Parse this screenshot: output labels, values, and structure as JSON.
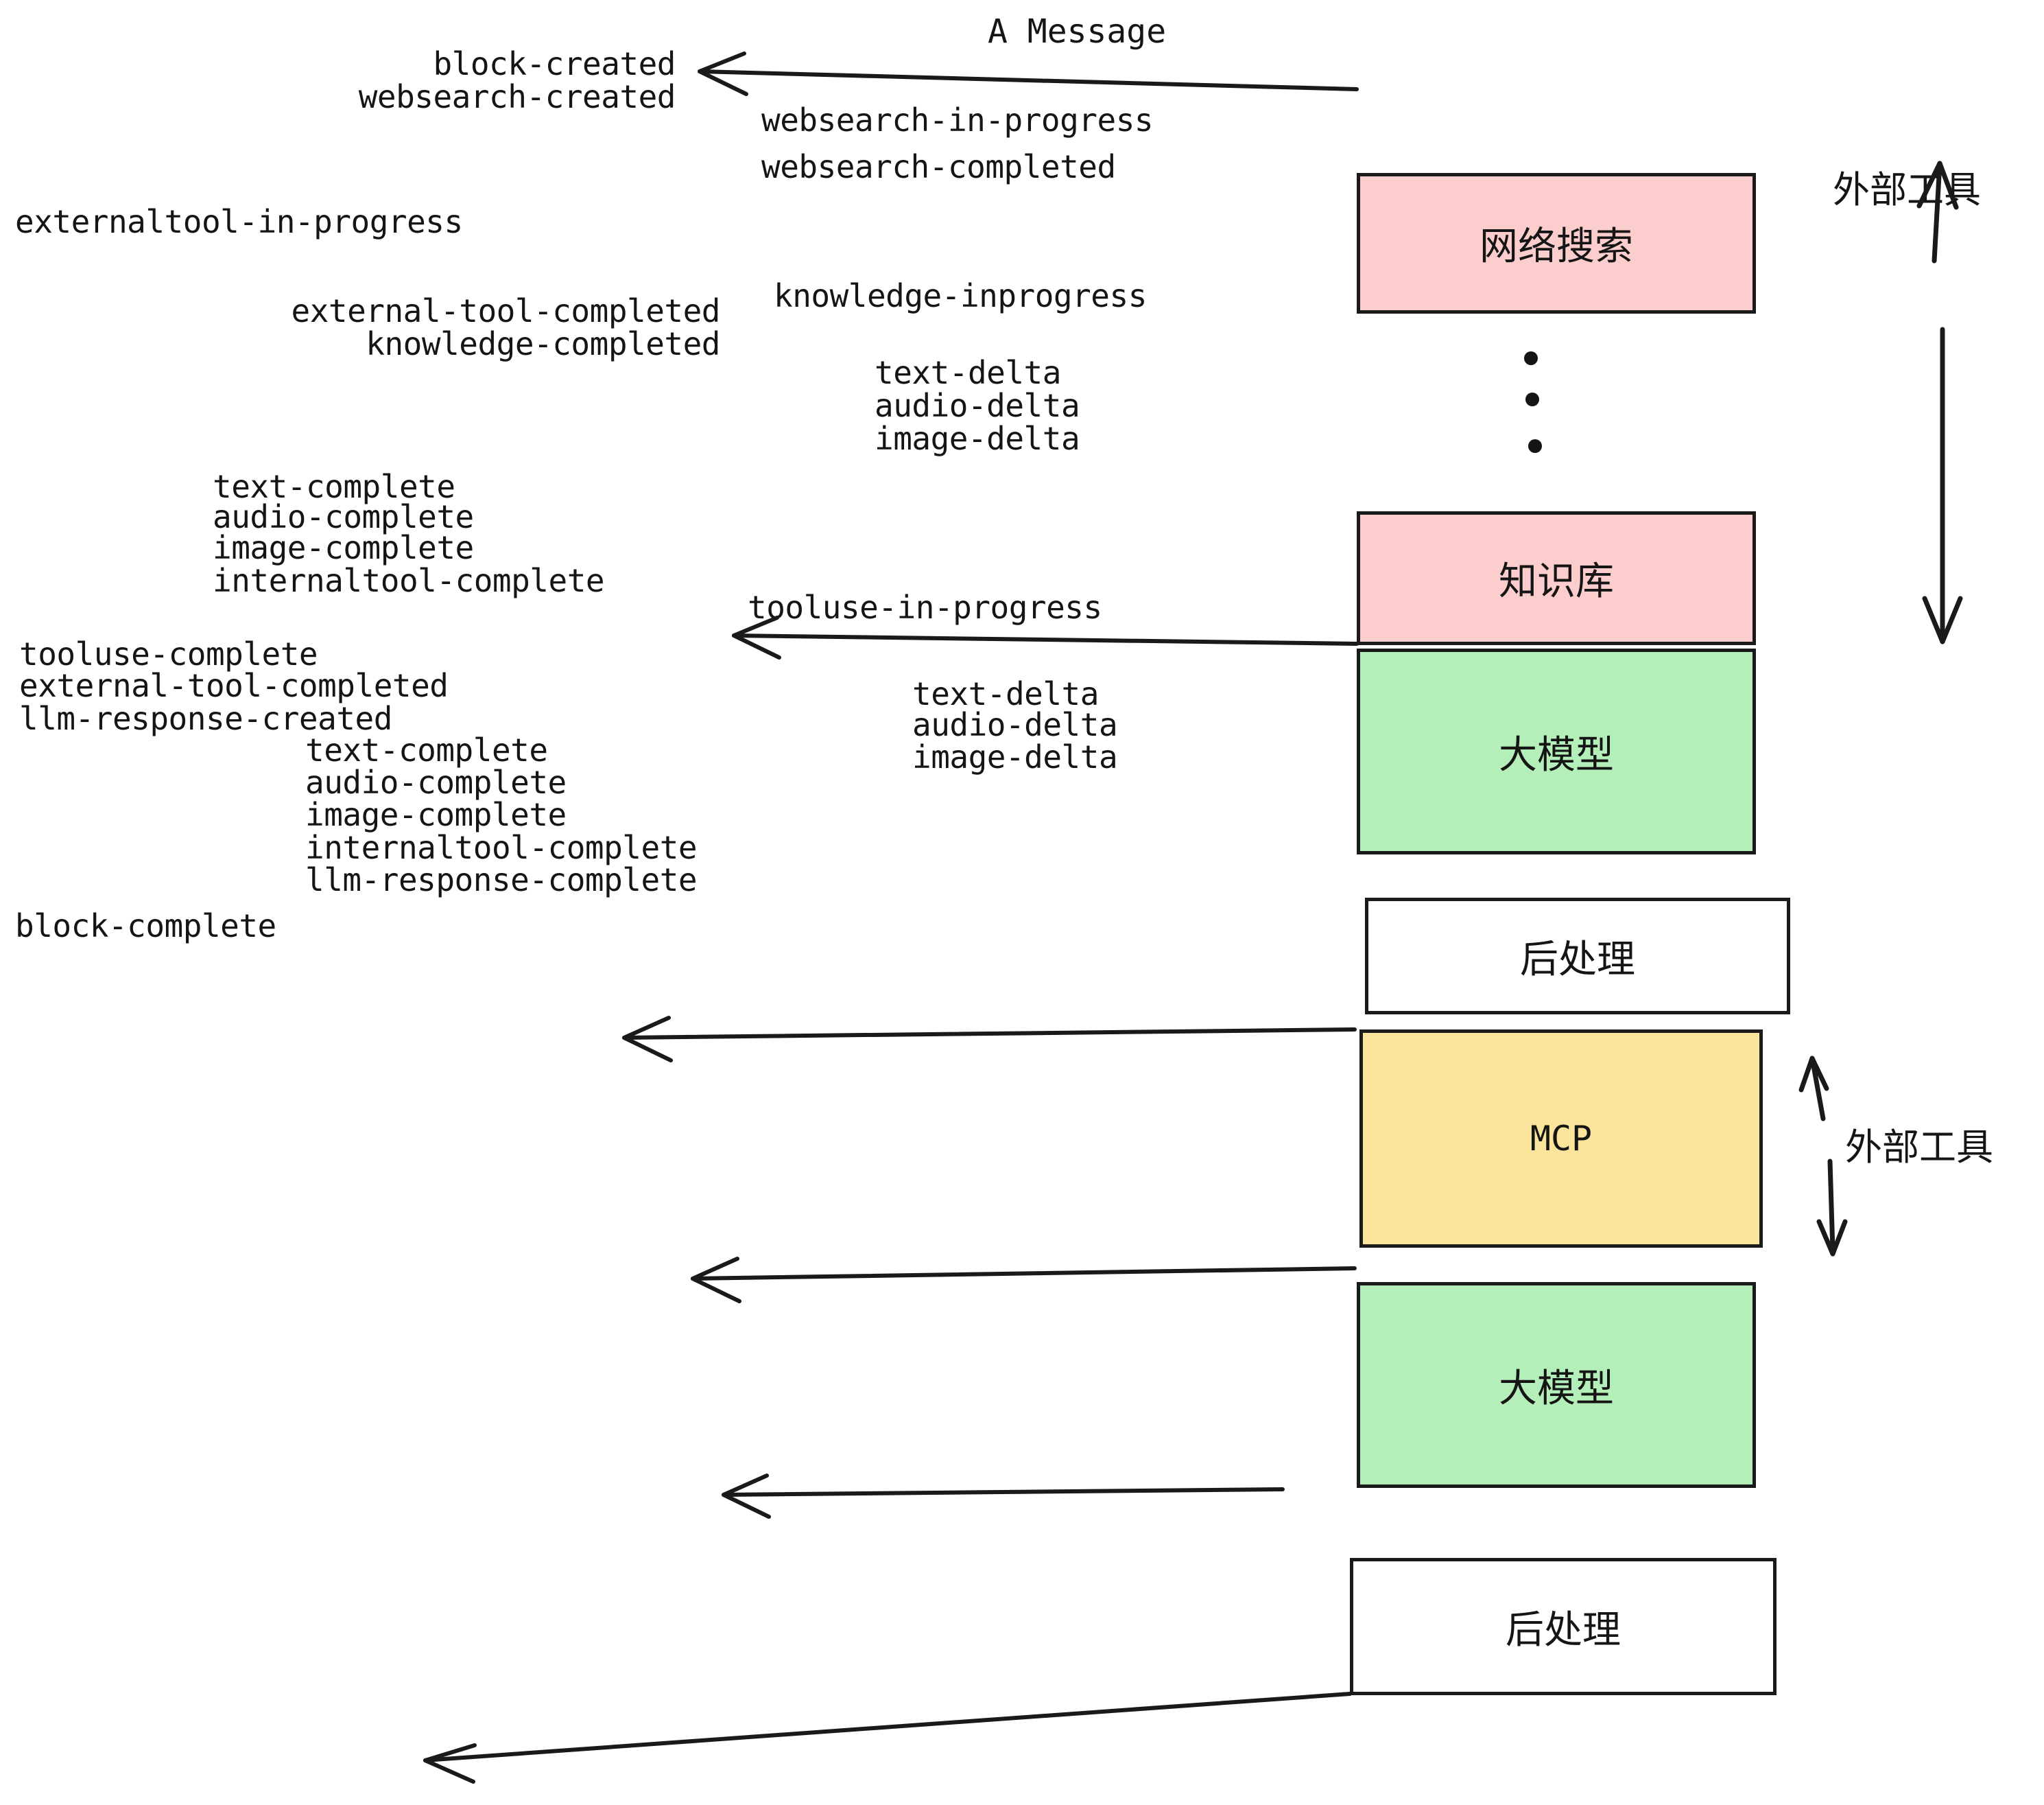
{
  "title": "A Message",
  "colors": {
    "pink": "#FBCDCD",
    "green": "#B4EFB9",
    "yellow": "#FBE49B",
    "white": "#FFFFFF",
    "stroke": "#1a1a1a",
    "text": "#151515",
    "background": "#FFFFFF"
  },
  "boxes": [
    {
      "id": "websearch",
      "label": "网络搜索",
      "fill": "pink"
    },
    {
      "id": "knowledge",
      "label": "知识库",
      "fill": "pink"
    },
    {
      "id": "llm-1",
      "label": "大模型",
      "fill": "green"
    },
    {
      "id": "postprocess-1",
      "label": "后处理",
      "fill": "white"
    },
    {
      "id": "mcp",
      "label": "MCP",
      "fill": "yellow"
    },
    {
      "id": "llm-2",
      "label": "大模型",
      "fill": "green"
    },
    {
      "id": "postprocess-2",
      "label": "后处理",
      "fill": "white"
    }
  ],
  "side_labels": [
    {
      "id": "external-tools-top",
      "label": "外部工具"
    },
    {
      "id": "external-tools-bottom",
      "label": "外部工具"
    }
  ],
  "events": {
    "group_a": [
      "block-created",
      "websearch-created"
    ],
    "group_b": [
      "websearch-in-progress",
      "websearch-completed"
    ],
    "group_c": [
      "externaltool-in-progress"
    ],
    "group_d": [
      "knowledge-inprogress"
    ],
    "group_e": [
      "external-tool-completed",
      "knowledge-completed"
    ],
    "group_f": [
      "text-delta",
      "audio-delta",
      "image-delta"
    ],
    "group_g": [
      "text-complete",
      "audio-complete",
      "image-complete",
      "internaltool-complete"
    ],
    "group_h": [
      "tooluse-in-progress"
    ],
    "group_i": [
      "tooluse-complete",
      "external-tool-completed",
      "llm-response-created"
    ],
    "group_j": [
      "text-delta",
      "audio-delta",
      "image-delta"
    ],
    "group_k": [
      "text-complete",
      "audio-complete",
      "image-complete",
      "internaltool-complete",
      "llm-response-complete"
    ],
    "group_l": [
      "block-complete"
    ]
  },
  "ellipsis_dots": 3
}
